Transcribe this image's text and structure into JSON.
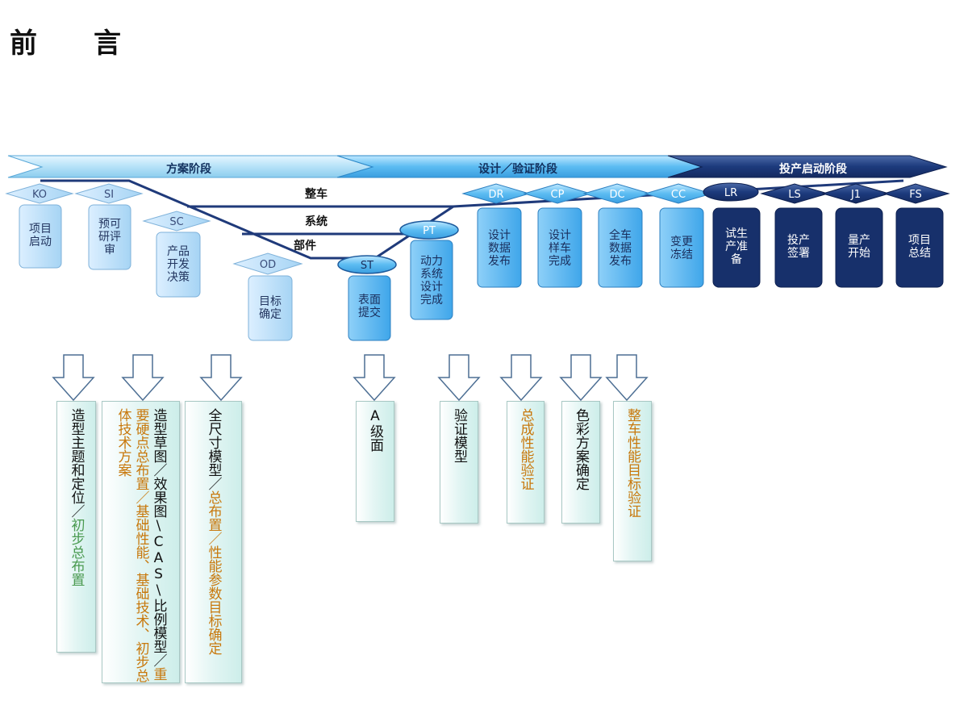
{
  "title": "前　言",
  "phases": {
    "scheme": "方案阶段",
    "design": "设计／验证阶段",
    "launch": "投产启动阶段"
  },
  "levels": {
    "vehicle": "整车",
    "system": "系统",
    "part": "部件"
  },
  "milestones": {
    "KO": {
      "code": "KO",
      "desc": "项目启动"
    },
    "SI": {
      "code": "SI",
      "desc": "预可研评审"
    },
    "SC": {
      "code": "SC",
      "desc": "产品开发决策"
    },
    "OD": {
      "code": "OD",
      "desc": "目标确定"
    },
    "ST": {
      "code": "ST",
      "desc": "表面提交"
    },
    "PT": {
      "code": "PT",
      "desc": "动力系统设计完成"
    },
    "DR": {
      "code": "DR",
      "desc": "设计数据发布"
    },
    "CP": {
      "code": "CP",
      "desc": "设计样车完成"
    },
    "DC": {
      "code": "DC",
      "desc": "全车数据发布"
    },
    "CC": {
      "code": "CC",
      "desc": "变更冻结"
    },
    "LR": {
      "code": "LR",
      "desc": "试生产准备"
    },
    "LS": {
      "code": "LS",
      "desc": "投产签署"
    },
    "J1": {
      "code": "J1",
      "desc": "量产开始"
    },
    "FS": {
      "code": "FS",
      "desc": "项目总结"
    }
  },
  "deliverables": {
    "d1": {
      "a": "造型主题和定位／",
      "b": "初步总布置"
    },
    "d2": {
      "a": "造型草图／效果图\\CAS\\比例模型／",
      "b": "重要硬点总布置／基础性能、基础技术、初步总体技术方案"
    },
    "d3": {
      "a": "全尺寸模型／",
      "b": "总布置／性能参数目标确定"
    },
    "d4": {
      "a": "A级面"
    },
    "d5": {
      "a": "验证模型"
    },
    "d6": {
      "a": "总成性能验证"
    },
    "d7": {
      "a": "色彩方案确定"
    },
    "d8": {
      "a": "整车性能目标验证"
    }
  },
  "colors": {
    "light_blue": "#a8d8f4",
    "mid_blue": "#4ab0ec",
    "dark_navy": "#17306b",
    "v_line": "#1f3a7a",
    "text_green": "#4a9a50",
    "text_orange": "#c8780c"
  }
}
